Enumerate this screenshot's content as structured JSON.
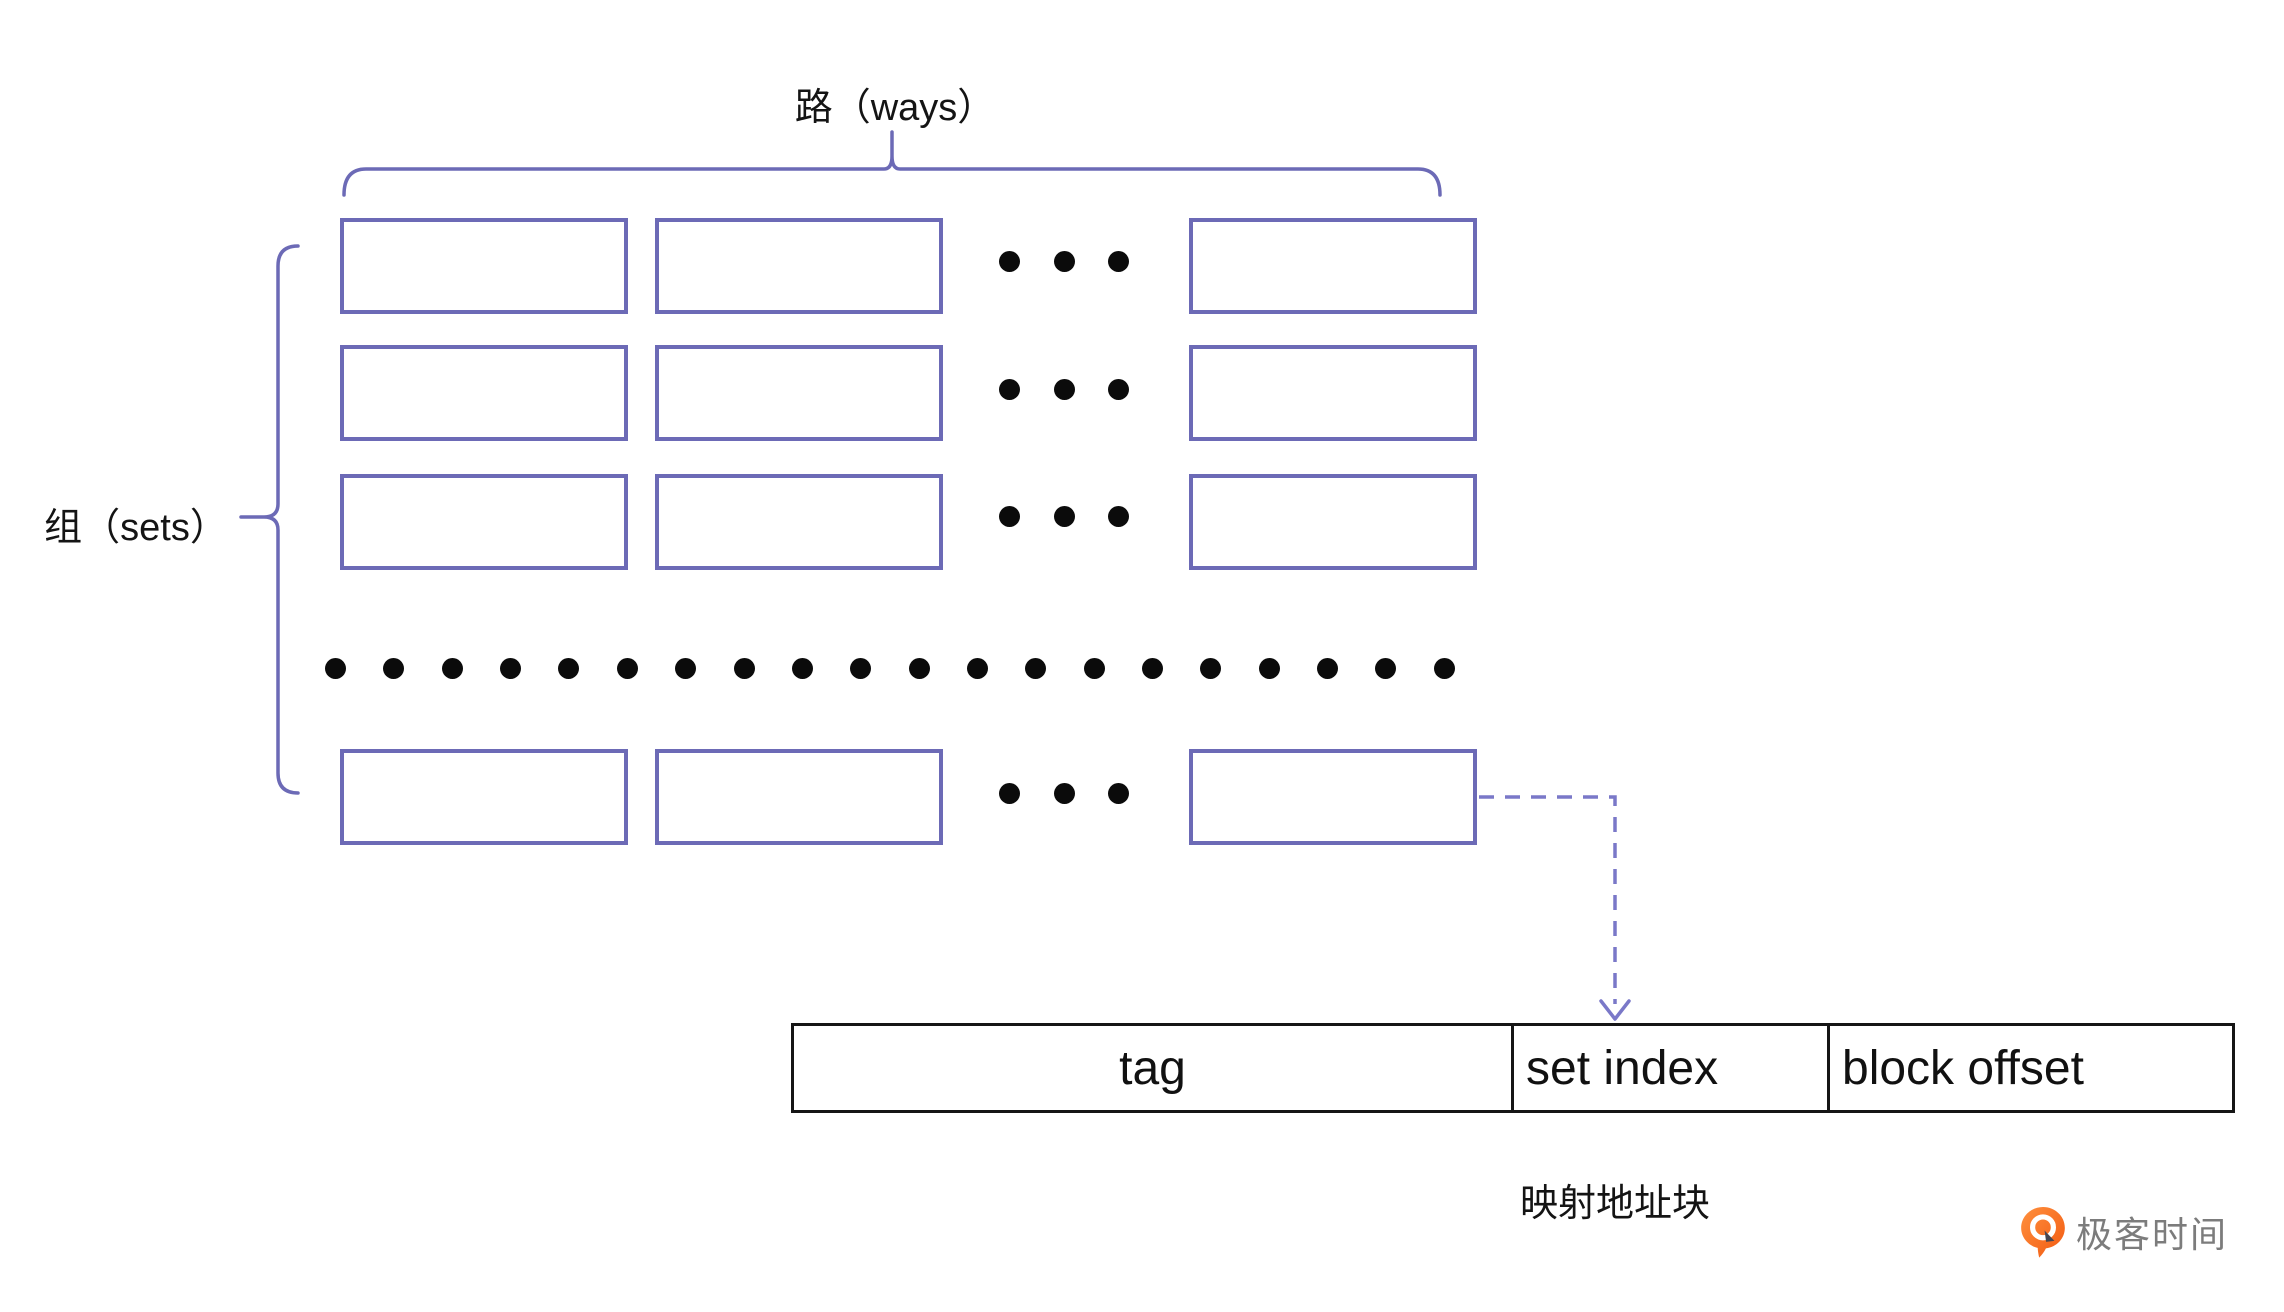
{
  "diagram": {
    "ways_label": "路（ways）",
    "sets_label": "组（sets）",
    "address_caption": "映射地址块",
    "address_fields": [
      {
        "label": "tag"
      },
      {
        "label": "set index"
      },
      {
        "label": "block offset"
      }
    ],
    "grid": {
      "visible_rows": 4,
      "visible_cols": 3,
      "col_ellipsis_dots": 3,
      "row_ellipsis_dots": 20
    },
    "colors": {
      "block_outline": "#6c6ab6",
      "connector": "#7a78c8",
      "table_border": "#151515",
      "text": "#141414",
      "dot": "#0b0b0b"
    }
  },
  "branding": {
    "logo_text": "极客时间",
    "logo_orange": "#f4651a",
    "logo_text_color": "#7c7c7c"
  }
}
